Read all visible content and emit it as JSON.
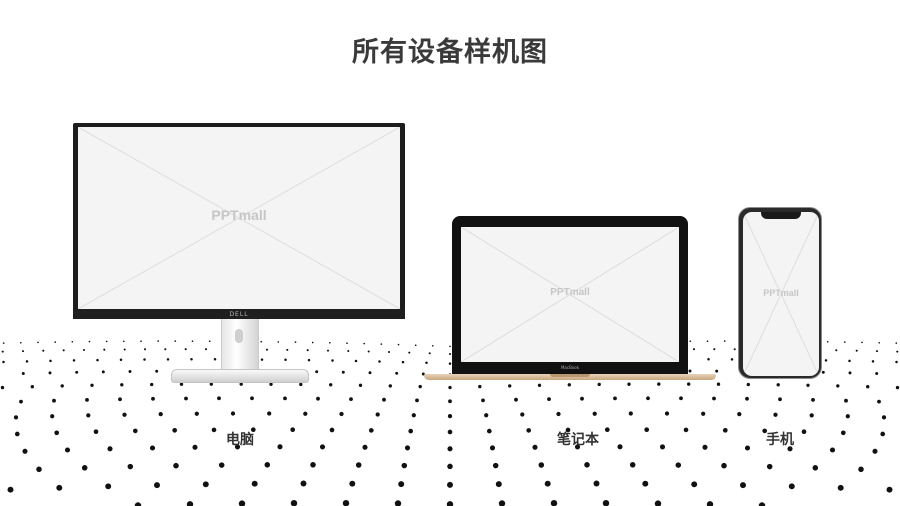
{
  "title": "所有设备样机图",
  "devices": [
    {
      "label": "电脑",
      "brand": "DELL",
      "watermark": "PPTmall"
    },
    {
      "label": "笔记本",
      "brand": "MacBook",
      "watermark": "PPTmall"
    },
    {
      "label": "手机",
      "watermark": "PPTmall"
    }
  ],
  "colors": {
    "title": "#3a3a3a",
    "bezel": "#1d1d1d",
    "screen": "#f4f4f4",
    "laptop_gold": "#d9bb95",
    "dots": "#111111"
  }
}
